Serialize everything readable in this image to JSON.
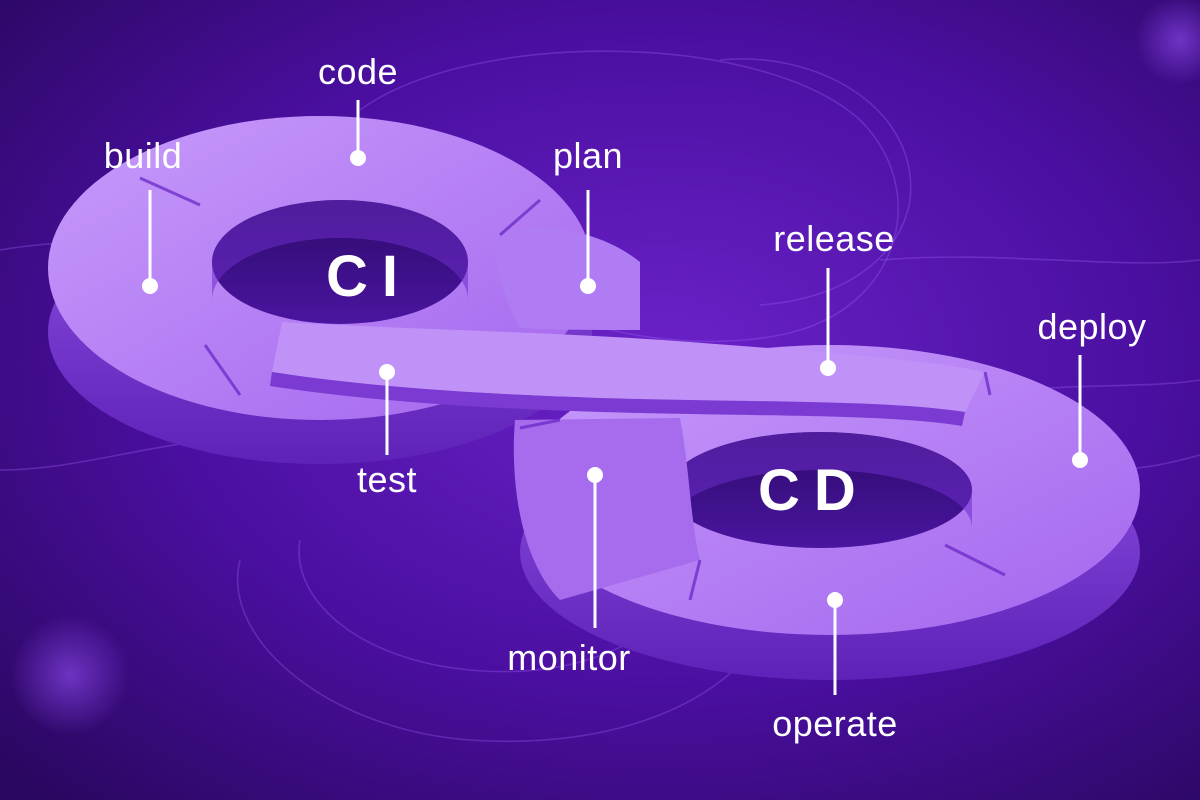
{
  "diagram": {
    "loops": {
      "ci": "CI",
      "cd": "CD"
    },
    "stages": {
      "code": "code",
      "build": "build",
      "plan": "plan",
      "test": "test",
      "release": "release",
      "deploy": "deploy",
      "monitor": "monitor",
      "operate": "operate"
    }
  },
  "colors": {
    "background_dark": "#2a0760",
    "background_mid": "#5a17b8",
    "ring_top": "#b987f6",
    "ring_side": "#7d3fd6",
    "label": "#ffffff"
  }
}
